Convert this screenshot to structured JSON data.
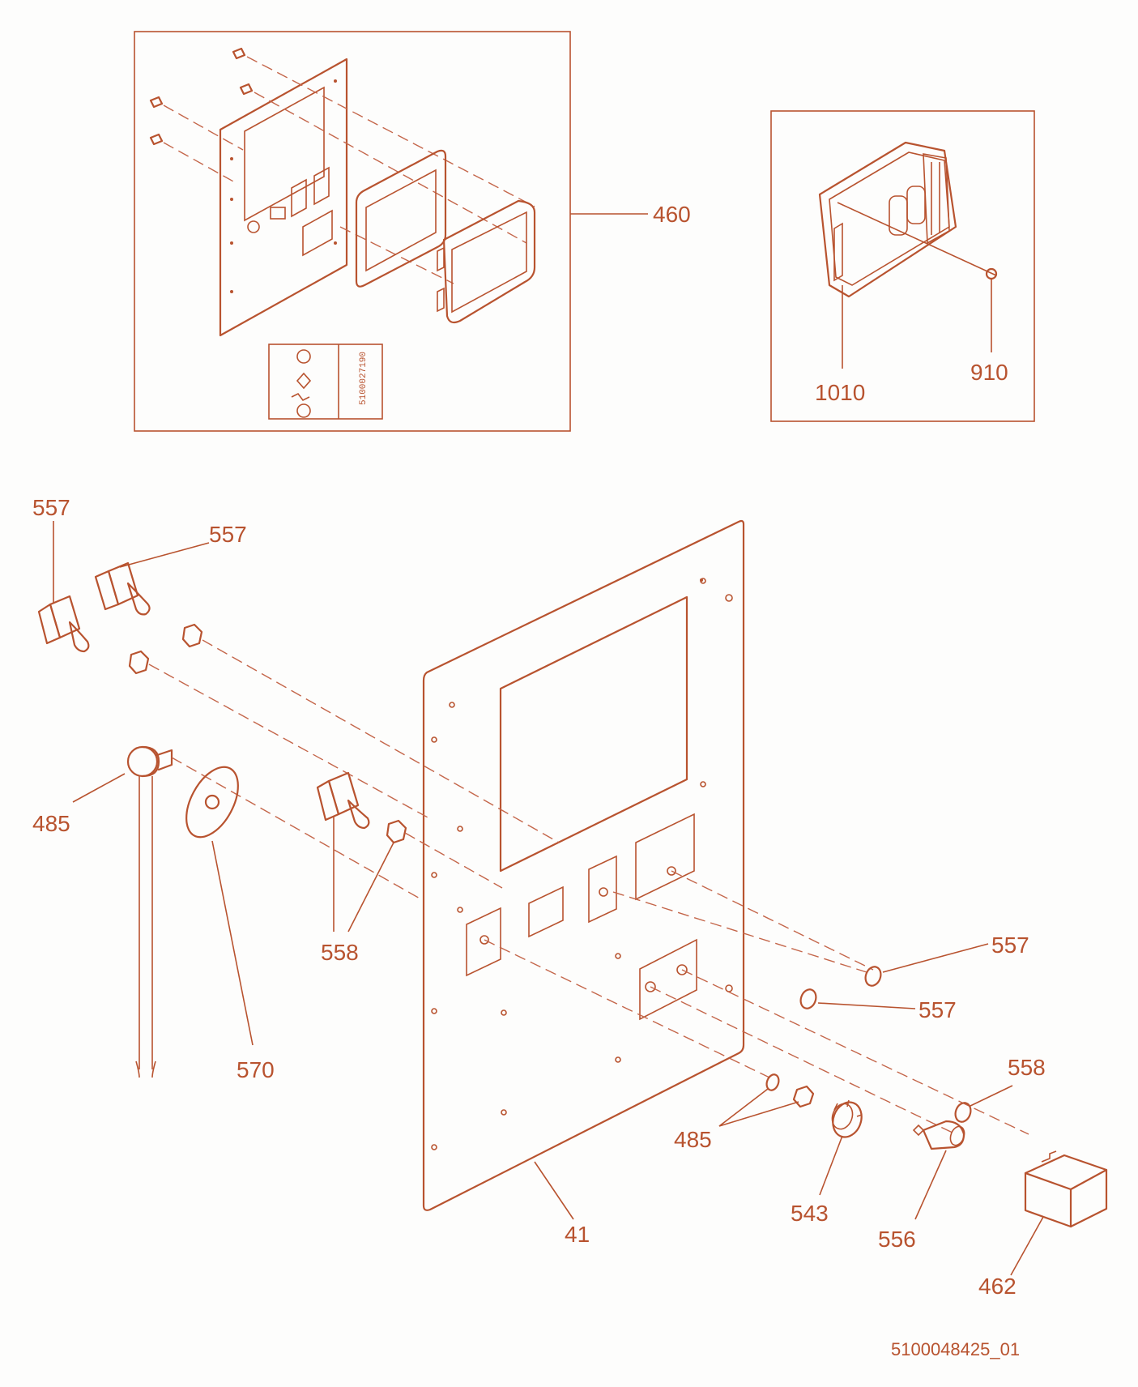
{
  "callouts": {
    "c460": "460",
    "c1010": "1010",
    "c910": "910",
    "c557_a": "557",
    "c557_b": "557",
    "c485_a": "485",
    "c570": "570",
    "c558_a": "558",
    "c557_c": "557",
    "c557_d": "557",
    "c558_b": "558",
    "c485_b": "485",
    "c543": "543",
    "c556": "556",
    "c462": "462",
    "c41": "41"
  },
  "decal_code": "5100027190",
  "document_id": "5100048425_01",
  "colors": {
    "line": "#b8532f",
    "background": "#fdfdfc"
  }
}
